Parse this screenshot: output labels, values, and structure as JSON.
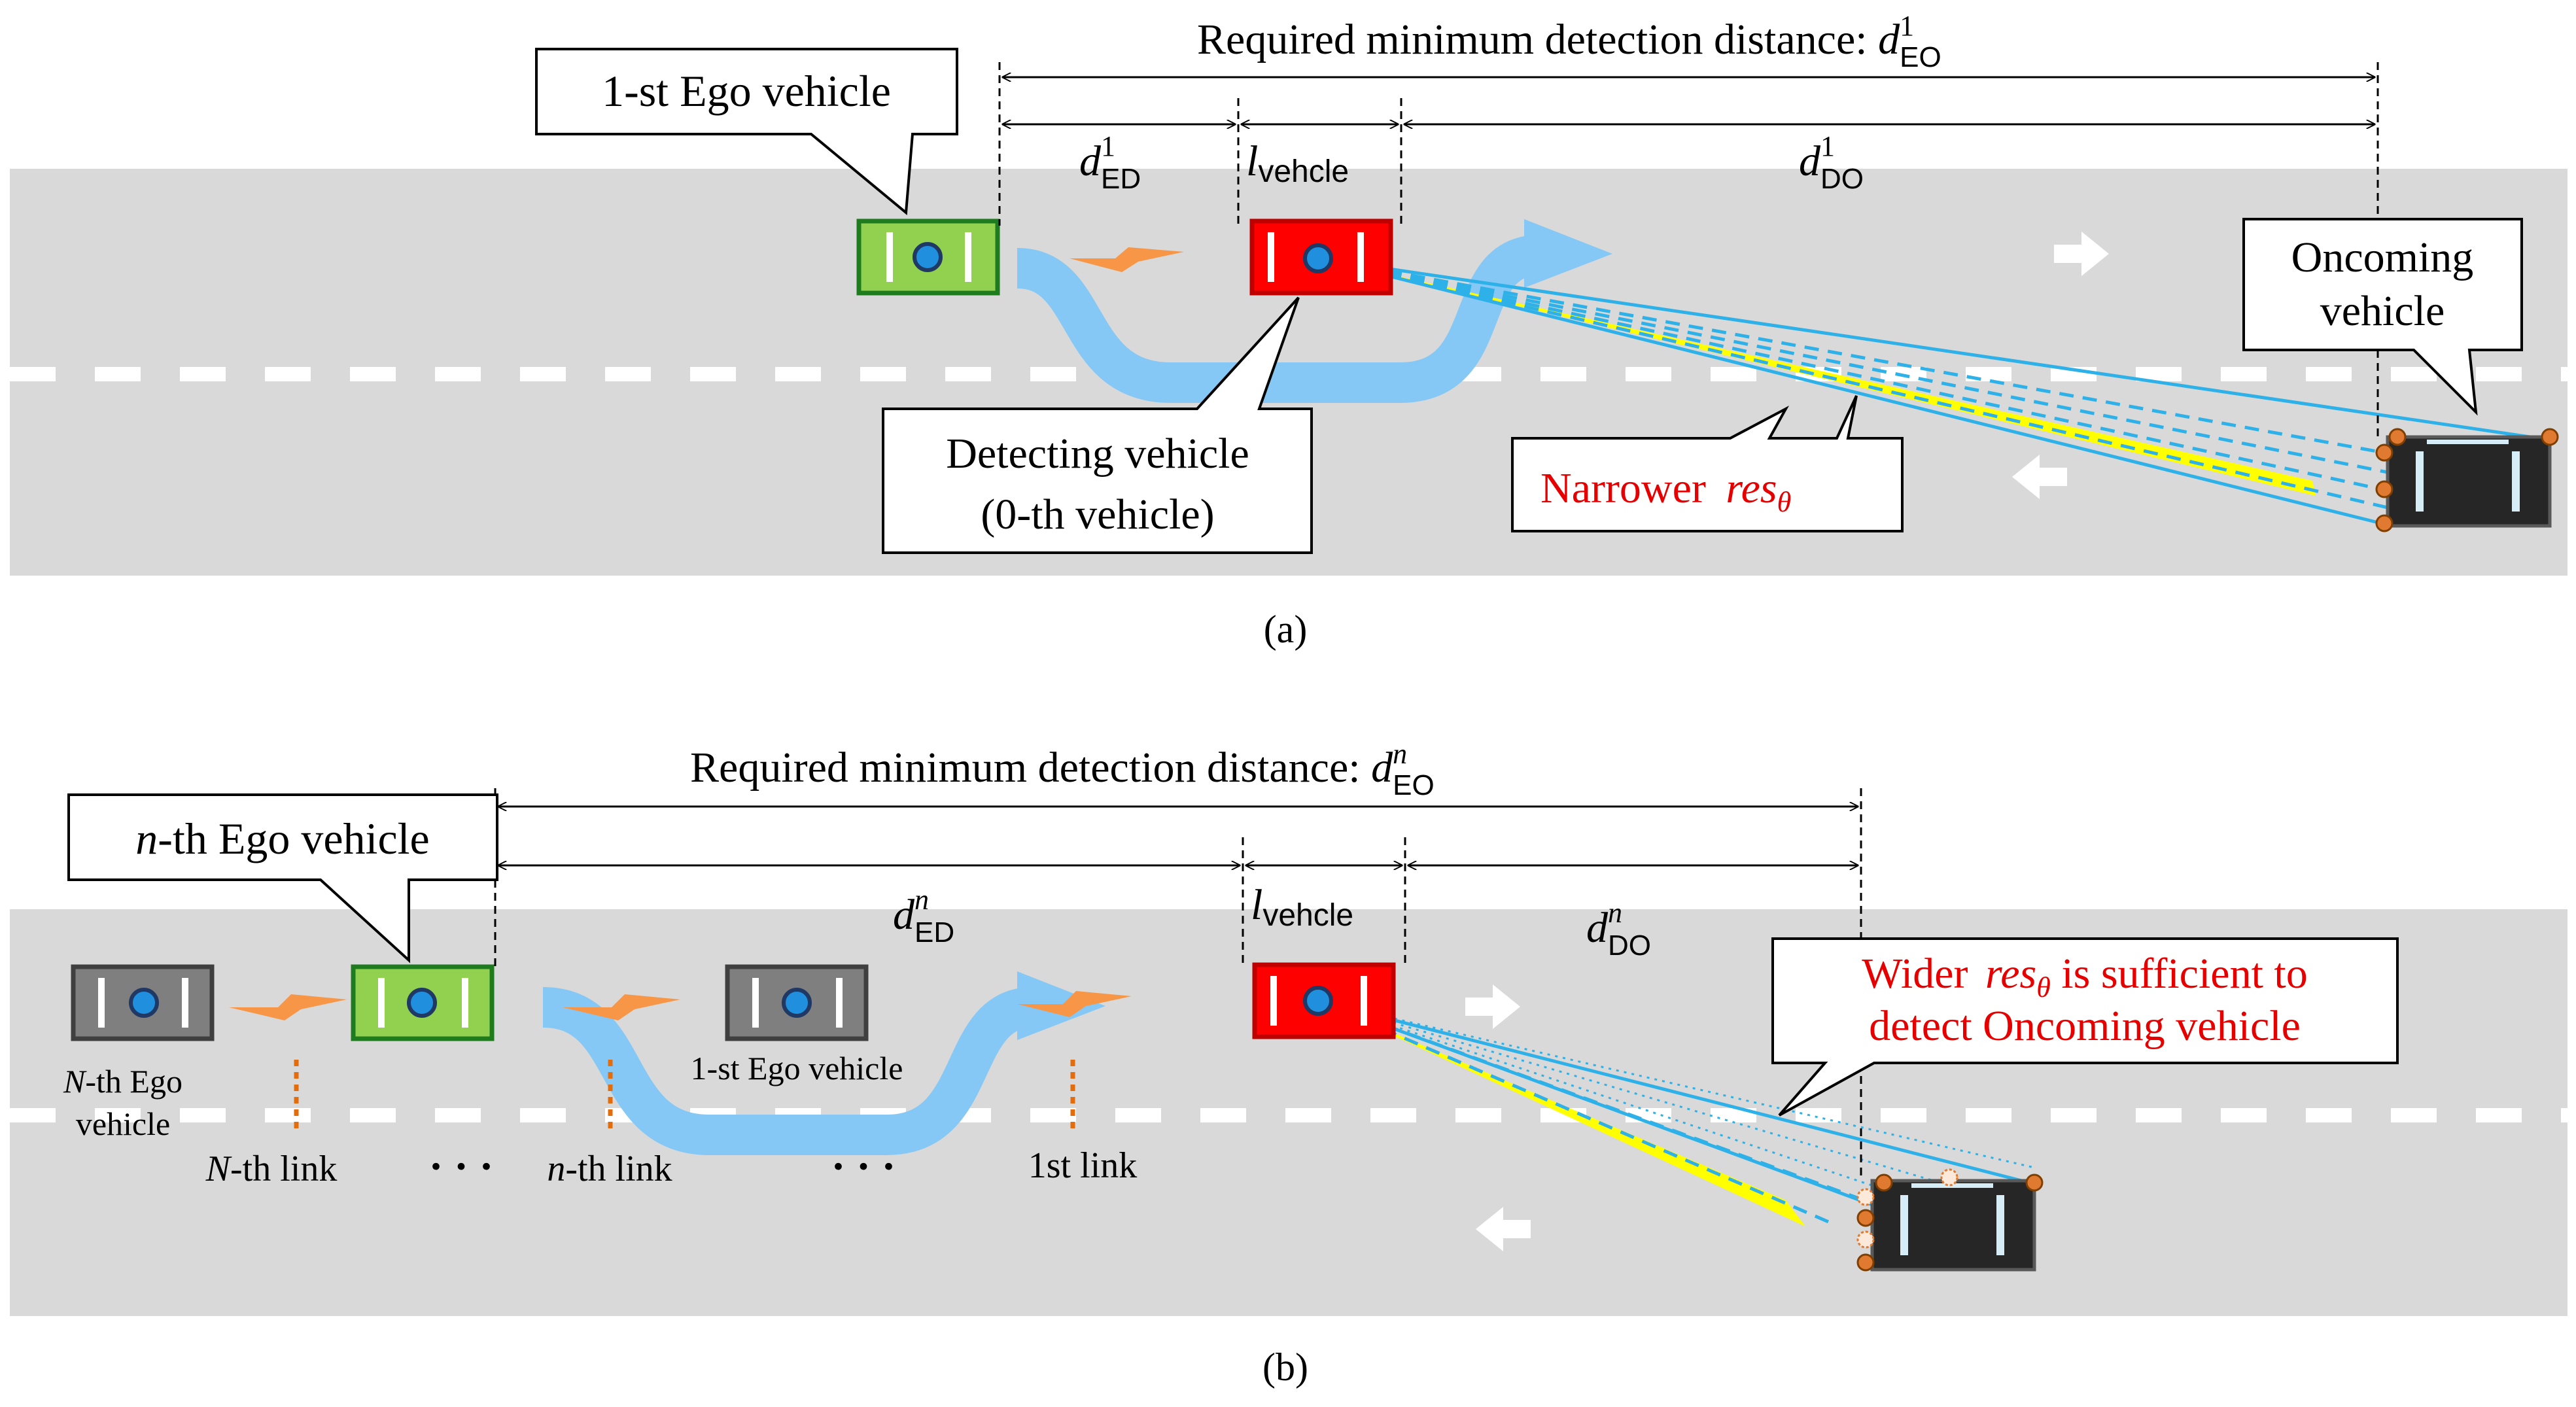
{
  "panel_a": {
    "caption": "(a)",
    "title_text": "Required minimum detection distance: ",
    "title_math": {
      "base": "d",
      "sup": "1",
      "sub": "EO"
    },
    "ego_label": "1-st Ego vehicle",
    "seg_ed": {
      "base": "d",
      "sup": "1",
      "sub": "ED"
    },
    "seg_len": {
      "base": "l",
      "sub": "vehcle"
    },
    "seg_do": {
      "base": "d",
      "sup": "1",
      "sub": "DO"
    },
    "detecting_line1": "Detecting vehicle",
    "detecting_line2": "(0-th vehicle)",
    "oncoming_line1": "Oncoming",
    "oncoming_line2": "vehicle",
    "narrow_text": "Narrower ",
    "narrow_math": {
      "base": "res",
      "sub": "θ"
    }
  },
  "panel_b": {
    "caption": "(b)",
    "title_text": "Required minimum detection distance: ",
    "title_math": {
      "base": "d",
      "sup": "n",
      "sub": "EO"
    },
    "ego_label_italic": "n",
    "ego_label_rest": "-th Ego vehicle",
    "seg_ed": {
      "base": "d",
      "sup": "n",
      "sub": "ED"
    },
    "seg_len": {
      "base": "l",
      "sub": "vehcle"
    },
    "seg_do": {
      "base": "d",
      "sup": "n",
      "sub": "DO"
    },
    "nth_ego_italic": "N",
    "nth_ego_rest": "-th Ego",
    "nth_ego_line2": "vehicle",
    "first_ego_small": "1-st Ego vehicle",
    "link_N_italic": "N",
    "link_N_rest": "-th link",
    "link_n_italic": "n",
    "link_n_rest": "-th link",
    "link_1": "1st link",
    "dots": "· · ·",
    "wider_text1": "Wider ",
    "wider_math": {
      "base": "res",
      "sub": "θ"
    },
    "wider_text2": " is sufficient to",
    "wider_line2": "detect Oncoming vehicle"
  },
  "colors": {
    "road": "#d9d9d9",
    "ego_green": "#92d050",
    "ego_border": "#1e7b1e",
    "detecting_red": "#ff0000",
    "oncoming_dark": "#262626",
    "beam_blue": "#2eb1e8",
    "beam_fill": "#ffff00",
    "relay_arrow": "#85c8f5",
    "signal_orange": "#f79646",
    "label_red": "#e60000"
  }
}
